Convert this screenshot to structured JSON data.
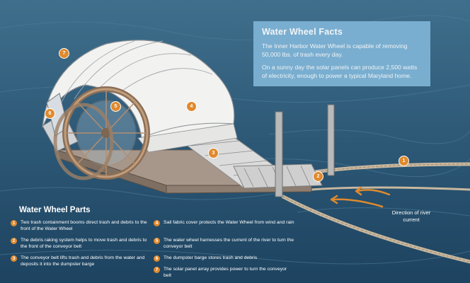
{
  "facts": {
    "title": "Water Wheel Facts",
    "line1": "The Inner Harbor Water Wheel is capable of removing 50,000 lbs. of trash every day.",
    "line2": "On a sunny day the solar panels can produce 2,500 watts of electricity, enough to power a typical Maryland home."
  },
  "parts": {
    "title": "Water Wheel Parts",
    "items": [
      {
        "num": "1",
        "text": "Two trash containment booms direct trash and debris to the front of the Water Wheel"
      },
      {
        "num": "2",
        "text": "The debris raking system helps to move trash and debris to the front of the conveyor belt"
      },
      {
        "num": "3",
        "text": "The conveyor belt lifts trash and debris from the water and deposits it into the dumpster barge"
      },
      {
        "num": "4",
        "text": "Sail fabric cover protects the Water Wheel from wind and rain"
      },
      {
        "num": "5",
        "text": "The water wheel harnesses the current of the river to turn the conveyor belt"
      },
      {
        "num": "6",
        "text": "The dumpster barge stores trash and debris"
      },
      {
        "num": "7",
        "text": "The solar panel array provides power to turn the conveyor belt"
      }
    ]
  },
  "markers": [
    "7",
    "6",
    "5",
    "4",
    "3",
    "2",
    "1"
  ],
  "direction_label": "Direction of river current",
  "colors": {
    "water": "#1f4a68",
    "accent": "#e08a2e",
    "facts_box": "#7fb4d6",
    "barge": "#8a7b6c"
  }
}
